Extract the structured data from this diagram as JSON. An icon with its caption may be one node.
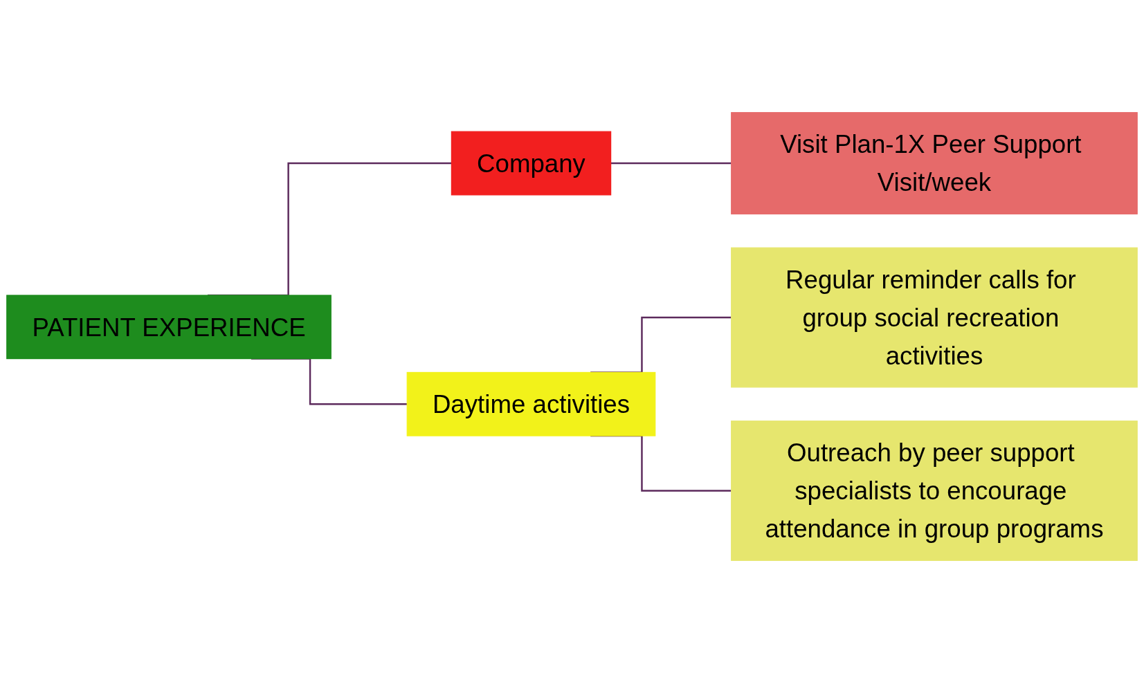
{
  "diagram": {
    "nodes": [
      {
        "text": [
          "PATIENT EXPERIENCE"
        ]
      },
      {
        "text": [
          "Company"
        ]
      },
      {
        "text": [
          "Daytime activities"
        ]
      },
      {
        "text": [
          "Visit Plan-1X Peer Support Visit/week"
        ]
      },
      {
        "text": [
          "Regular reminder calls for group social recreation activities"
        ]
      },
      {
        "text": [
          "Outreach by peer support specialists to encourage attendance in group programs"
        ]
      }
    ],
    "edges": [
      {
        "from": 0,
        "to": 1,
        "arrow": "none"
      },
      {
        "from": 0,
        "to": 2,
        "arrow": "none"
      },
      {
        "from": 1,
        "to": 3,
        "arrow": "none"
      },
      {
        "from": 2,
        "to": 4,
        "arrow": "none"
      },
      {
        "from": 2,
        "to": 5,
        "arrow": "none"
      }
    ]
  }
}
